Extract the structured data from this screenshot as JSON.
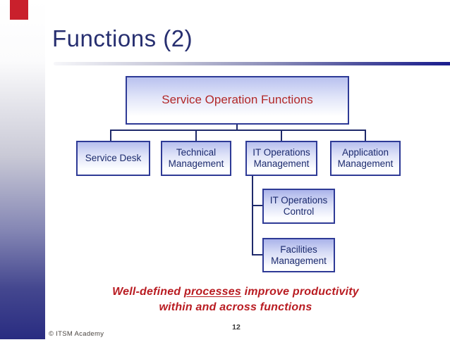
{
  "slide": {
    "title": "Functions (2)",
    "page_number": "12",
    "copyright": "© ITSM Academy"
  },
  "diagram": {
    "root": {
      "label": "Service Operation Functions"
    },
    "level1": [
      {
        "label": "Service Desk"
      },
      {
        "label": "Technical Management"
      },
      {
        "label": "IT Operations Management"
      },
      {
        "label": "Application Management"
      }
    ],
    "level2": [
      {
        "label": "IT Operations Control"
      },
      {
        "label": "Facilities Management"
      }
    ]
  },
  "message": {
    "line1_pre": "Well-defined ",
    "line1_underlined": "processes",
    "line1_post": " improve productivity",
    "line2": "within and across functions"
  },
  "colors": {
    "accent_red_text": "#b91c22",
    "root_label_red": "#b22828",
    "red_tab": "#c9202c",
    "title_navy": "#272f70",
    "box_border_navy": "#2e3a96",
    "box_text_navy": "#1c2b6e",
    "connector_navy": "#1f2a6b",
    "sidebar_navy_bottom": "#292c81",
    "box_fill_top": "#b7bfee"
  }
}
